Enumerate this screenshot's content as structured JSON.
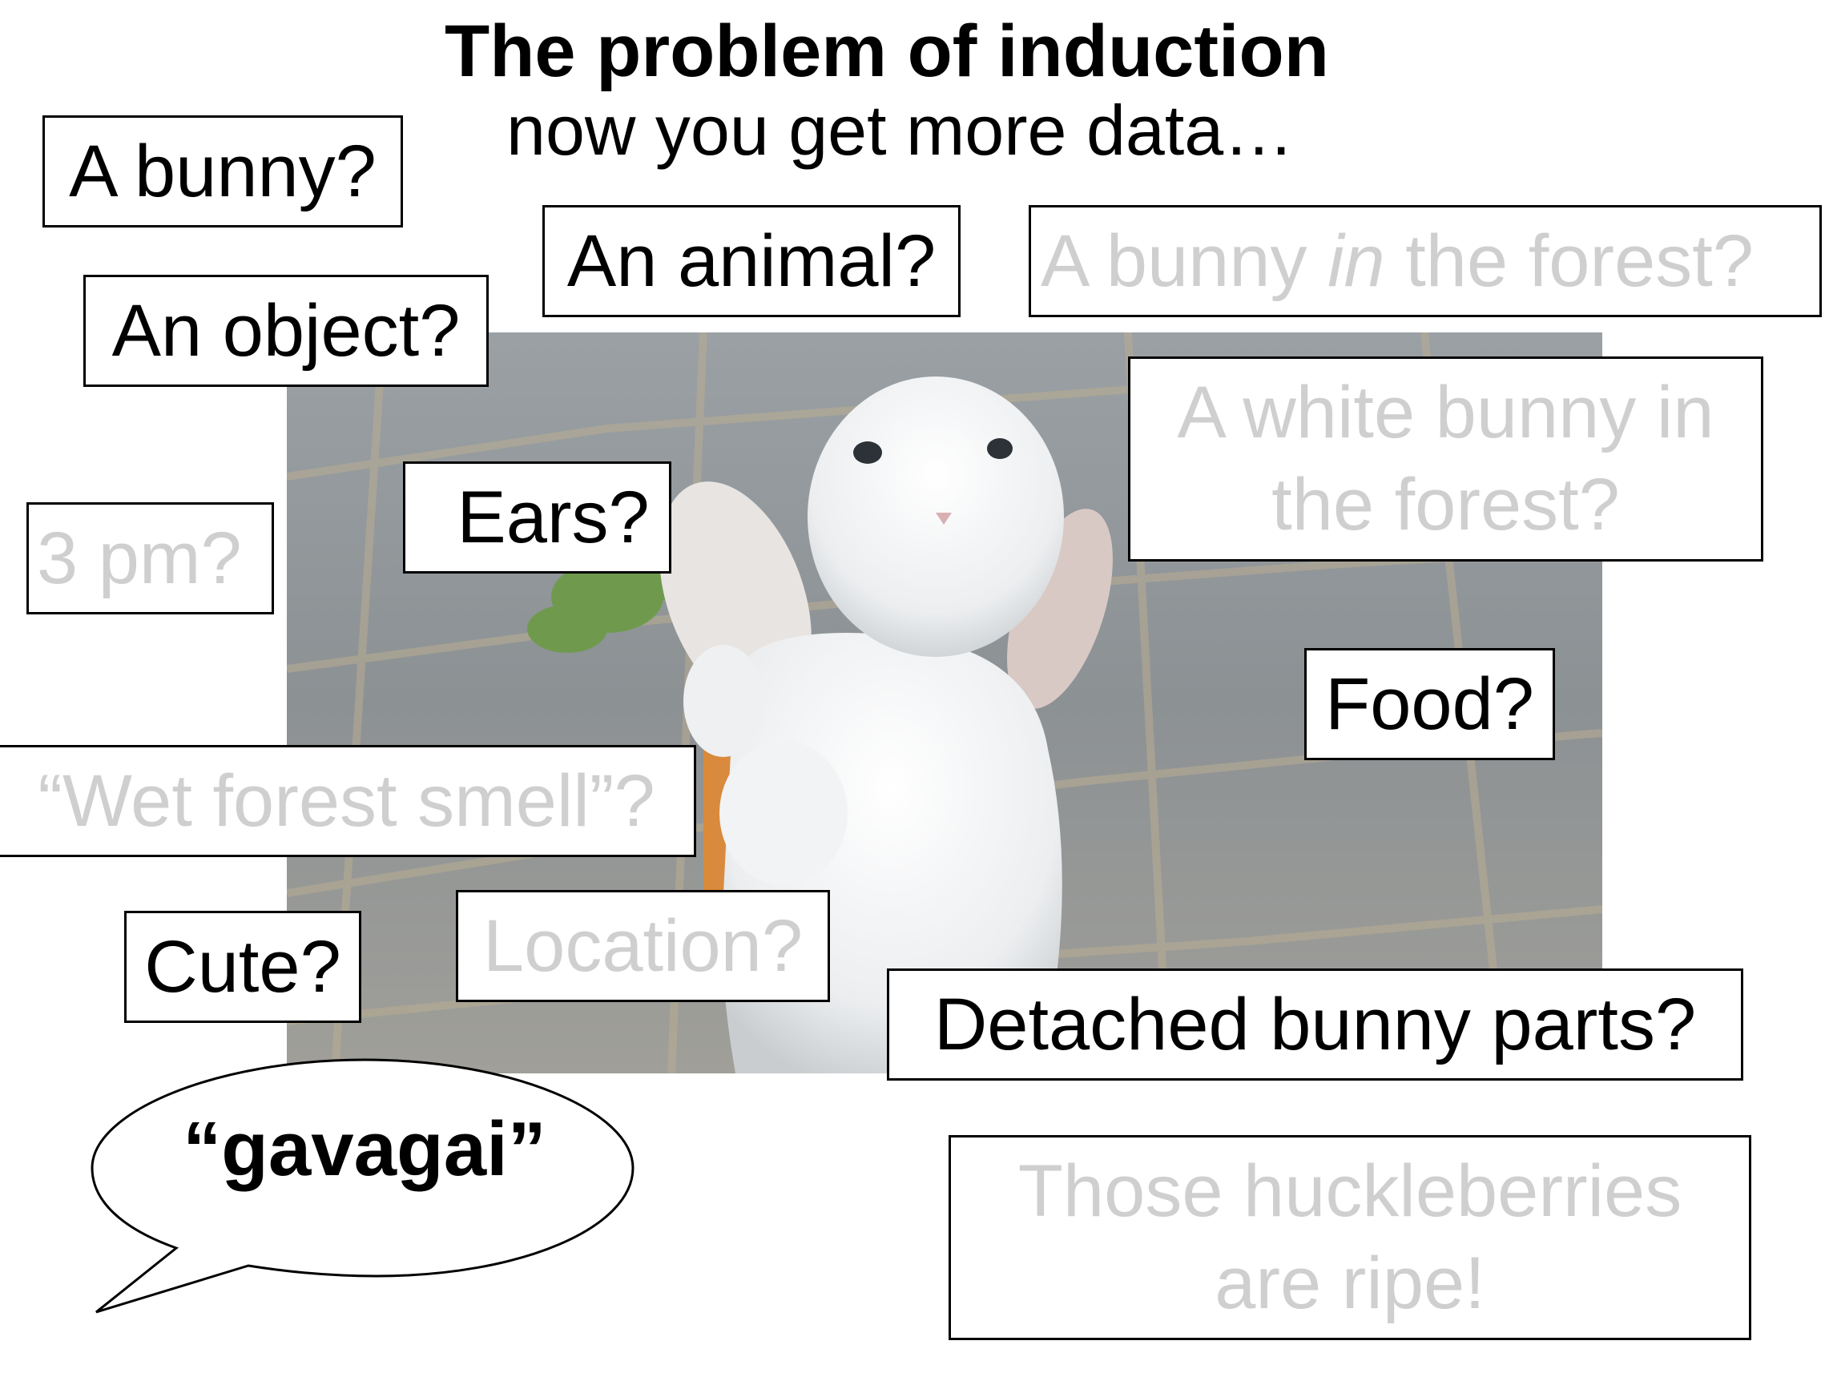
{
  "slide": {
    "title": "The problem of induction",
    "subtitle": "now you get more data…",
    "speech": "“gavagai”"
  },
  "hypotheses": {
    "a_bunny": "A bunny?",
    "an_animal": "An animal?",
    "bunny_in_forest_pre": "A bunny ",
    "bunny_in_forest_em": "in",
    "bunny_in_forest_post": " the forest?",
    "an_object": "An object?",
    "white_bunny": "A white bunny in the forest?",
    "ears": "Ears?",
    "three_pm": "3 pm?",
    "food": "Food?",
    "wet_forest_smell": "“Wet forest smell”?",
    "cute": "Cute?",
    "location": "Location?",
    "detached_parts": "Detached bunny parts?",
    "huckleberries": "Those huckleberries are ripe!"
  },
  "colors": {
    "active_text": "#000000",
    "faded_text": "#cfcfcf"
  }
}
